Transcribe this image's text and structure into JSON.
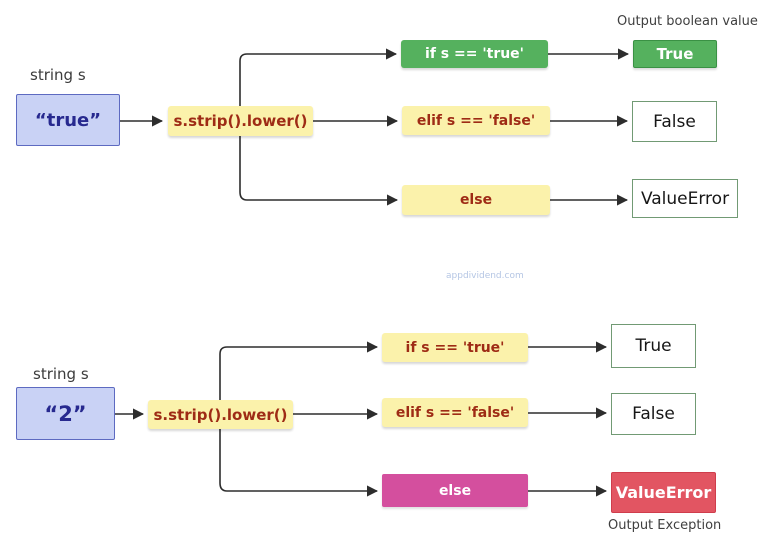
{
  "watermark": "appdividend.com",
  "colors": {
    "input_fill": "#c9d2f5",
    "input_border": "#5d6ac1",
    "input_text": "#27298f",
    "process_fill": "#fbf2ab",
    "condition_text": "#9e2b15",
    "true_branch_fill": "#55b15e",
    "else_branch_fill": "#d44f9e",
    "error_fill": "#e25562",
    "outline_border": "#719a74",
    "wire": "#2d2d2d"
  },
  "diagram_top": {
    "input_label": "string s",
    "input_value": "“true”",
    "process": "s.strip().lower()",
    "output_caption": "Output boolean value",
    "branches": [
      {
        "condition": "if s == 'true'",
        "result": "True"
      },
      {
        "condition": "elif s == 'false'",
        "result": "False"
      },
      {
        "condition": "else",
        "result": "ValueError"
      }
    ]
  },
  "diagram_bottom": {
    "input_label": "string s",
    "input_value": "“2”",
    "process": "s.strip().lower()",
    "output_caption": "Output Exception",
    "branches": [
      {
        "condition": "if s == 'true'",
        "result": "True"
      },
      {
        "condition": "elif s == 'false'",
        "result": "False"
      },
      {
        "condition": "else",
        "result": "ValueError"
      }
    ]
  }
}
